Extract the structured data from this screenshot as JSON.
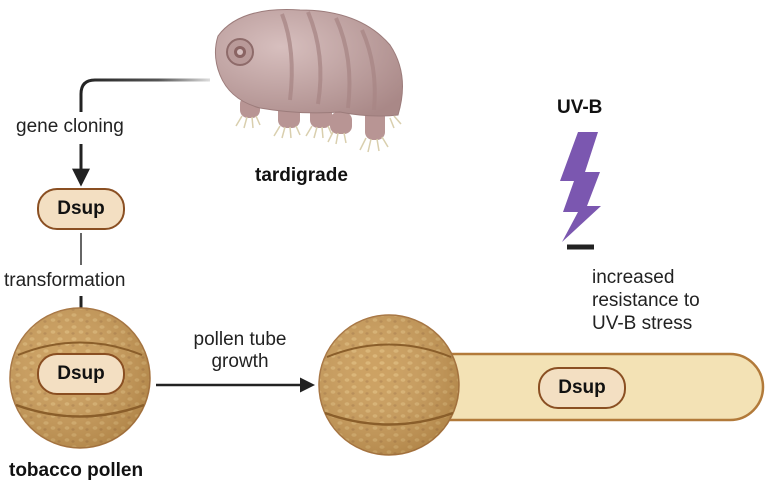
{
  "diagram": {
    "organisms": {
      "tardigrade": {
        "label": "tardigrade",
        "icon": "tardigrade-illustration"
      },
      "tobacco_pollen": {
        "label": "tobacco pollen",
        "icon": "pollen-grain-illustration"
      }
    },
    "steps": {
      "gene_cloning": "gene cloning",
      "transformation": "transformation",
      "pollen_tube_growth_line1": "pollen tube",
      "pollen_tube_growth_line2": "growth"
    },
    "gene_boxes": {
      "cloned": "Dsup",
      "in_pollen": "Dsup",
      "in_tube": "Dsup"
    },
    "stress": {
      "label": "UV-B",
      "icon": "lightning-bolt-icon",
      "color": "#7b57b0"
    },
    "effect": {
      "line1": "increased",
      "line2": "resistance to",
      "line3": "UV-B stress"
    },
    "colors": {
      "gene_box_fill": "#f3dfc2",
      "gene_box_border": "#8a4f22",
      "pollen_tube_fill": "#f3e2b5",
      "pollen_tube_border": "#b27a3a",
      "pollen_fill": "#c99a55",
      "tardigrade_body": "#c6a9a8",
      "arrow": "#222222"
    }
  }
}
